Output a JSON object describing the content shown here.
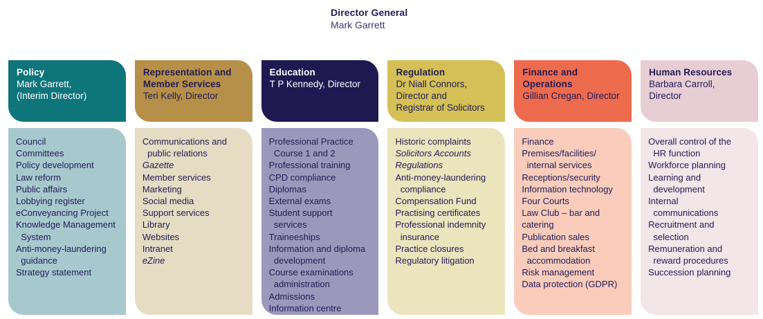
{
  "top": {
    "title": "Director General",
    "name": "Mark Garrett"
  },
  "colors": {
    "page_bg": "#ffffff",
    "text_navy": "#211b54",
    "dg_name_text": "#3e3772"
  },
  "columns": [
    {
      "id": "policy",
      "title": "Policy",
      "director": "Mark Garrett,\n(Interim Director)",
      "header_bg": "#0e757b",
      "header_text": "#ffffff",
      "body_bg": "#a7c9ce",
      "items": [
        "Council",
        "Committees",
        "Policy development",
        "Law reform",
        "Public affairs",
        "Lobbying register",
        "eConveyancing Project",
        "Knowledge Management\n  System",
        "Anti-money-laundering\n  guidance",
        "Strategy statement"
      ]
    },
    {
      "id": "representation-member-services",
      "title": "Representation and\nMember Services",
      "director": "Teri Kelly, Director",
      "header_bg": "#b69048",
      "header_text": "#211b54",
      "body_bg": "#e6dcc3",
      "items": [
        "Communications and\n  public relations",
        {
          "text": "Gazette",
          "italic": true
        },
        "Member services",
        "Marketing",
        "Social media",
        "Support services",
        "Library",
        "Websites",
        "Intranet",
        {
          "text": "eZine",
          "italic": true
        }
      ]
    },
    {
      "id": "education",
      "title": "Education",
      "director": "T P Kennedy, Director",
      "header_bg": "#1e1950",
      "header_text": "#ffffff",
      "body_bg": "#9b98bc",
      "items": [
        "Professional Practice\n  Course 1 and 2",
        "Professional training",
        "CPD compliance",
        "Diplomas",
        "External exams",
        "Student support\n  services",
        "Traineeships",
        "Information and diploma\n  development",
        "Course examinations\n  administration",
        "Admissions",
        "Information centre"
      ]
    },
    {
      "id": "regulation",
      "title": "Regulation",
      "director": "Dr Niall Connors,\nDirector and\nRegistrar of Solicitors",
      "header_bg": "#d4c056",
      "header_text": "#211b54",
      "body_bg": "#ece4bd",
      "items": [
        "Historic complaints",
        {
          "text": "Solicitors Accounts\nRegulations",
          "italic": true
        },
        "Anti-money-laundering\n  compliance",
        "Compensation Fund",
        "Practising certificates",
        "Professional indemnity\n  insurance",
        "Practice closures",
        "Regulatory litigation"
      ]
    },
    {
      "id": "finance-operations",
      "title": "Finance and\nOperations",
      "director": "Gillian Cregan, Director",
      "header_bg": "#ee6b4e",
      "header_text": "#211b54",
      "body_bg": "#f9ccbb",
      "items": [
        "Finance",
        "Premises/facilities/\n  internal services",
        "Receptions/security",
        "Information technology",
        "Four Courts",
        "Law Club – bar and\ncatering",
        "Publication sales",
        "Bed and breakfast\n  accommodation",
        "Risk management",
        "Data protection (GDPR)"
      ]
    },
    {
      "id": "human-resources",
      "title": "Human Resources",
      "director": "Barbara Carroll,\nDirector",
      "header_bg": "#e7ced5",
      "header_text": "#211b54",
      "body_bg": "#f3e5e8",
      "items": [
        "Overall control of the\n  HR function",
        "Workforce planning",
        "Learning and\n  development",
        "Internal\n  communications",
        "Recruitment and\n  selection",
        "Remuneration and\n  reward procedures",
        "Succession planning"
      ]
    }
  ]
}
